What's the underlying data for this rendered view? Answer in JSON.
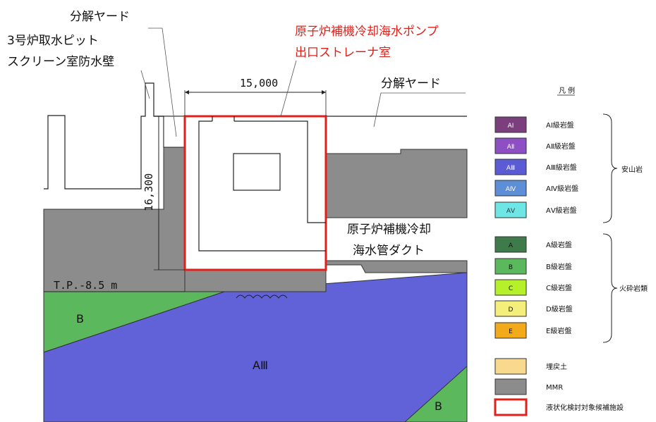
{
  "labels": {
    "bunkai_yard_top": "分解ヤード",
    "pit_line1": "3号炉取水ピット",
    "pit_line2": "スクリーン室防水壁",
    "target_line1": "原子炉補機冷却海水ポンプ",
    "target_line2": "出口ストレーナ室",
    "dim_width": "15,000",
    "bunkai_yard_right": "分解ヤード",
    "dim_height": "16,300",
    "duct_line1": "原子炉補機冷却",
    "duct_line2": "海水管ダクト",
    "tp_level": "T.P.-8.5 m",
    "zone_B_left": "B",
    "zone_AIII": "AⅢ",
    "zone_B_right": "B"
  },
  "legend": {
    "title": "凡 例",
    "group_andesite": "安山岩",
    "group_pyroclastic": "火砕岩類",
    "items": [
      {
        "swatch": "AⅠ",
        "text": "AⅠ級岩盤",
        "color": "#7b3f7e",
        "text_color": "#ffffff"
      },
      {
        "swatch": "AⅡ",
        "text": "AⅡ級岩盤",
        "color": "#8e4fc4",
        "text_color": "#ffffff"
      },
      {
        "swatch": "AⅢ",
        "text": "AⅢ級岩盤",
        "color": "#5b5bd6",
        "text_color": "#ffffff"
      },
      {
        "swatch": "AⅣ",
        "text": "AⅣ級岩盤",
        "color": "#5d8fd8",
        "text_color": "#ffffff"
      },
      {
        "swatch": "AⅤ",
        "text": "AⅤ級岩盤",
        "color": "#6fe6e6",
        "text_color": "#333333"
      },
      {
        "swatch": "A",
        "text": "A級岩盤",
        "color": "#3f7a4a",
        "text_color": "#111111"
      },
      {
        "swatch": "B",
        "text": "B級岩盤",
        "color": "#5cb85c",
        "text_color": "#111111"
      },
      {
        "swatch": "C",
        "text": "C級岩盤",
        "color": "#b6f02a",
        "text_color": "#111111"
      },
      {
        "swatch": "D",
        "text": "D級岩盤",
        "color": "#f4ee7a",
        "text_color": "#111111"
      },
      {
        "swatch": "E",
        "text": "E級岩盤",
        "color": "#f2a91a",
        "text_color": "#111111"
      },
      {
        "swatch": "",
        "text": "埋戻土",
        "color": "#f9d98e",
        "text_color": "#111111"
      },
      {
        "swatch": "",
        "text": "MMR",
        "color": "#8c8c8c",
        "text_color": "#111111"
      },
      {
        "swatch": "",
        "text": "液状化検討対象候補施設",
        "color": "#ffffff",
        "text_color": "#111111",
        "outline": "#e0201b"
      }
    ]
  },
  "colors": {
    "mmr_gray": "#8c8c8c",
    "rock_AIII": "#6262d8",
    "rock_B": "#5cb85c",
    "target_red": "#e0201b"
  }
}
